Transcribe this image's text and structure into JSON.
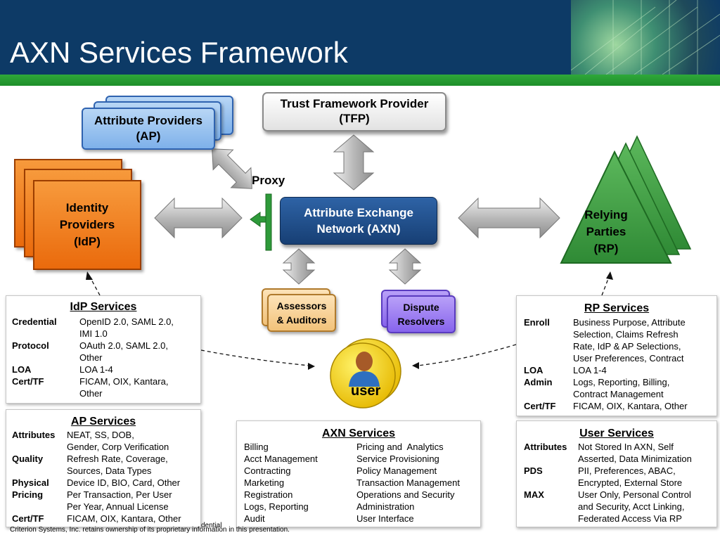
{
  "title": "AXN Services Framework",
  "nodes": {
    "tfp": [
      "Trust Framework Provider",
      "(TFP)"
    ],
    "ap": [
      "Attribute Providers",
      "(AP)"
    ],
    "idp": [
      "Identity",
      "Providers",
      "(IdP)"
    ],
    "axn": [
      "Attribute Exchange",
      "Network (AXN)"
    ],
    "rp": [
      "Relying",
      "Parties",
      "(RP)"
    ],
    "proxy": "Proxy",
    "assessors": [
      "Assessors",
      "& Auditors"
    ],
    "dispute": [
      "Dispute",
      "Resolvers"
    ],
    "user": "user"
  },
  "idp_services": {
    "title": "IdP Services",
    "rows": [
      {
        "k": "Credential",
        "v": [
          "OpenID 2.0, SAML 2.0,",
          "IMI 1.0"
        ]
      },
      {
        "k": "Protocol",
        "v": [
          "OAuth 2.0, SAML 2.0,",
          "Other"
        ]
      },
      {
        "k": "LOA",
        "v": [
          "LOA 1-4"
        ]
      },
      {
        "k": "Cert/TF",
        "v": [
          "FICAM, OIX, Kantara,",
          "Other"
        ]
      }
    ]
  },
  "ap_services": {
    "title": "AP Services",
    "rows": [
      {
        "k": "Attributes",
        "v": [
          "NEAT, SS, DOB,",
          "Gender, Corp Verification"
        ]
      },
      {
        "k": "Quality",
        "v": [
          "Refresh Rate, Coverage,",
          "Sources, Data Types"
        ]
      },
      {
        "k": "Physical",
        "v": [
          "Device ID, BIO, Card, Other"
        ]
      },
      {
        "k": "Pricing",
        "v": [
          "Per Transaction, Per User",
          "Per Year, Annual License"
        ]
      },
      {
        "k": "Cert/TF",
        "v": [
          "FICAM, OIX, Kantara, Other"
        ]
      }
    ]
  },
  "axn_services": {
    "title": "AXN Services",
    "left": [
      "Billing",
      "Acct Management",
      "Contracting",
      "Marketing",
      "Registration",
      "Logs, Reporting",
      "Audit"
    ],
    "right": [
      "Pricing and  Analytics",
      "Service Provisioning",
      "Policy Management",
      "Transaction Management",
      "Operations and Security",
      "Administration",
      "User Interface"
    ]
  },
  "rp_services": {
    "title": "RP Services",
    "rows": [
      {
        "k": "Enroll",
        "v": [
          "Business Purpose, Attribute",
          "Selection, Claims Refresh",
          "Rate, IdP & AP Selections,",
          "User Preferences, Contract"
        ]
      },
      {
        "k": "LOA",
        "v": [
          "LOA 1-4"
        ]
      },
      {
        "k": "Admin",
        "v": [
          "Logs, Reporting, Billing,",
          "Contract Management"
        ]
      },
      {
        "k": "Cert/TF",
        "v": [
          "FICAM, OIX, Kantara, Other"
        ]
      }
    ]
  },
  "user_services": {
    "title": "User Services",
    "rows": [
      {
        "k": "Attributes",
        "v": [
          "Not Stored In AXN, Self",
          "Asserted, Data Minimization"
        ]
      },
      {
        "k": "PDS",
        "v": [
          "PII, Preferences, ABAC,",
          "Encrypted, External Store"
        ]
      },
      {
        "k": "MAX",
        "v": [
          "User Only, Personal Control",
          "and Security, Acct Linking,",
          "Federated Access Via RP"
        ]
      }
    ]
  },
  "footer": {
    "confidential": "dential",
    "ownership": "Criterion Systems, Inc. retains ownership of its proprietary information in this presentation."
  },
  "colors": {
    "header": "#0d3a66",
    "stripe": "#2fa83a",
    "axn": "#1f4f8c",
    "idp": "#ea6a0c",
    "rp": "#3f9a3f",
    "ap": "#7eb1ea",
    "user": "#f5d000"
  }
}
